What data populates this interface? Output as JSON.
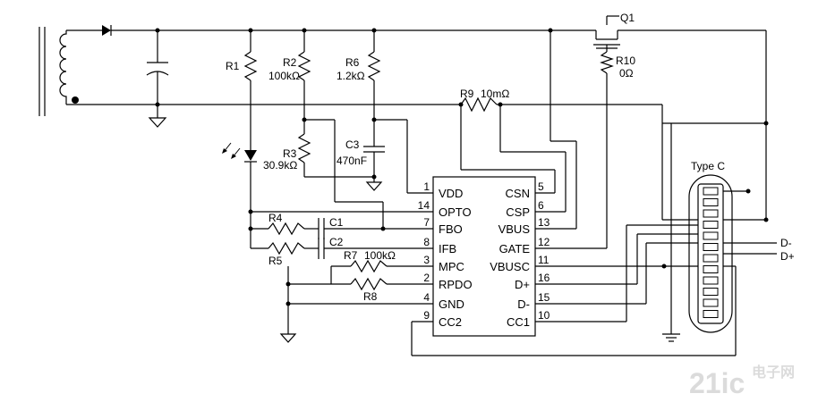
{
  "components": {
    "R1": {
      "ref": "R1",
      "value": ""
    },
    "R2": {
      "ref": "R2",
      "value": "100kΩ"
    },
    "R3": {
      "ref": "R3",
      "value": "30.9kΩ"
    },
    "R4": {
      "ref": "R4",
      "value": ""
    },
    "R5": {
      "ref": "R5",
      "value": ""
    },
    "R6": {
      "ref": "R6",
      "value": "1.2kΩ"
    },
    "R7": {
      "ref": "R7",
      "value": "100kΩ"
    },
    "R8": {
      "ref": "R8",
      "value": ""
    },
    "R9": {
      "ref": "R9",
      "value": "10mΩ"
    },
    "R10": {
      "ref": "R10",
      "value": "0Ω"
    },
    "C1": {
      "ref": "C1"
    },
    "C2": {
      "ref": "C2"
    },
    "C3": {
      "ref": "C3",
      "value": "470nF"
    },
    "Q1": {
      "ref": "Q1"
    }
  },
  "ic": {
    "left_pins": [
      {
        "num": "1",
        "name": "VDD"
      },
      {
        "num": "14",
        "name": "OPTO"
      },
      {
        "num": "7",
        "name": "FBO"
      },
      {
        "num": "8",
        "name": "IFB"
      },
      {
        "num": "3",
        "name": "MPC"
      },
      {
        "num": "2",
        "name": "RPDO"
      },
      {
        "num": "4",
        "name": "GND"
      },
      {
        "num": "9",
        "name": "CC2"
      }
    ],
    "right_pins": [
      {
        "num": "5",
        "name": "CSN"
      },
      {
        "num": "6",
        "name": "CSP"
      },
      {
        "num": "13",
        "name": "VBUS"
      },
      {
        "num": "12",
        "name": "GATE"
      },
      {
        "num": "11",
        "name": "VBUSC"
      },
      {
        "num": "16",
        "name": "D+"
      },
      {
        "num": "15",
        "name": "D-"
      },
      {
        "num": "10",
        "name": "CC1"
      }
    ]
  },
  "connector": {
    "label": "Type C"
  },
  "outputs": {
    "dminus": "D-",
    "dplus": "D+"
  },
  "watermark": {
    "text_latin": "21ic",
    "text_cjk": "电子网"
  }
}
